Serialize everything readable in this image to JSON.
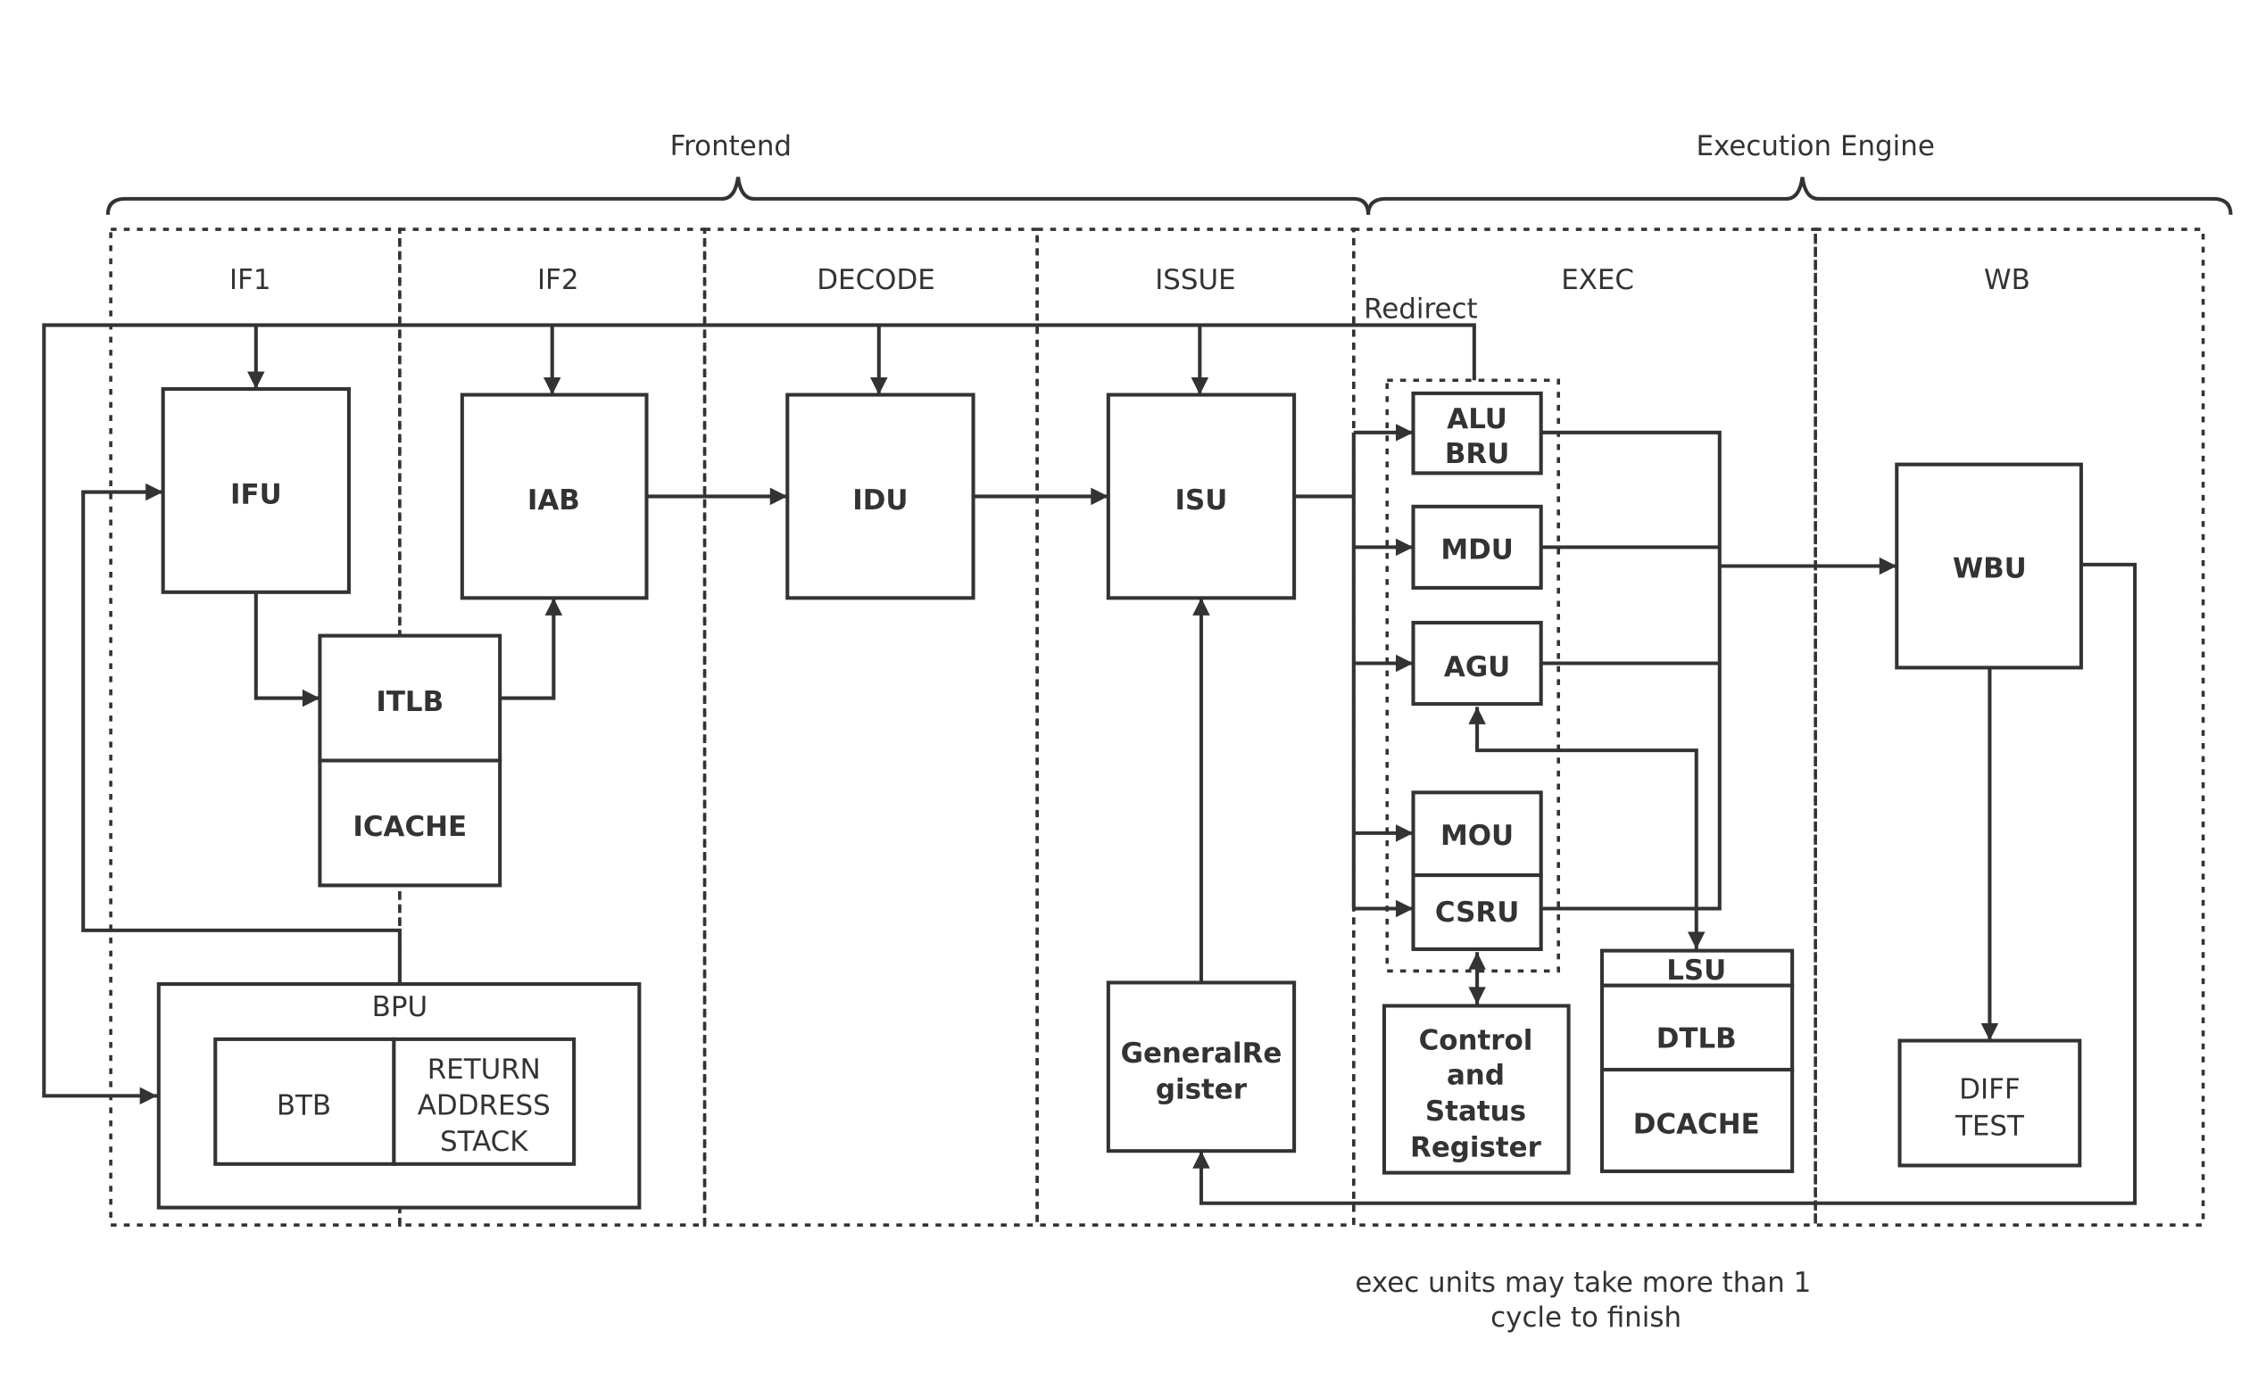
{
  "groups": {
    "frontend": "Frontend",
    "execution_engine": "Execution Engine"
  },
  "stages": {
    "if1": "IF1",
    "if2": "IF2",
    "decode": "DECODE",
    "issue": "ISSUE",
    "exec": "EXEC",
    "wb": "WB"
  },
  "blocks": {
    "ifu": "IFU",
    "iab": "IAB",
    "idu": "IDU",
    "isu": "ISU",
    "itlb": "ITLB",
    "icache": "ICACHE",
    "bpu": "BPU",
    "btb": "BTB",
    "ras": [
      "RETURN",
      "ADDRESS",
      "STACK"
    ],
    "general_register": [
      "GeneralRe",
      "gister"
    ],
    "alu_bru": [
      "ALU",
      "BRU"
    ],
    "mdu": "MDU",
    "agu": "AGU",
    "mou": "MOU",
    "csru": "CSRU",
    "csr": [
      "Control",
      "and",
      "Status",
      "Register"
    ],
    "lsu": "LSU",
    "dtlb": "DTLB",
    "dcache": "DCACHE",
    "wbu": "WBU",
    "difftest": [
      "DIFF",
      "TEST"
    ]
  },
  "labels": {
    "redirect": "Redirect",
    "note": [
      "exec units may take more than 1",
      "cycle to finish"
    ]
  },
  "colors": {
    "stroke": "#333333",
    "background": "#ffffff"
  }
}
